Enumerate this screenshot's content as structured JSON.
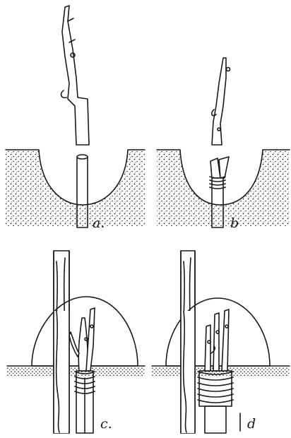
{
  "figure": {
    "panels": [
      {
        "id": "a",
        "label": "a."
      },
      {
        "id": "b",
        "label": "b"
      },
      {
        "id": "c",
        "label": "c."
      },
      {
        "id": "d",
        "label": "d"
      }
    ]
  }
}
